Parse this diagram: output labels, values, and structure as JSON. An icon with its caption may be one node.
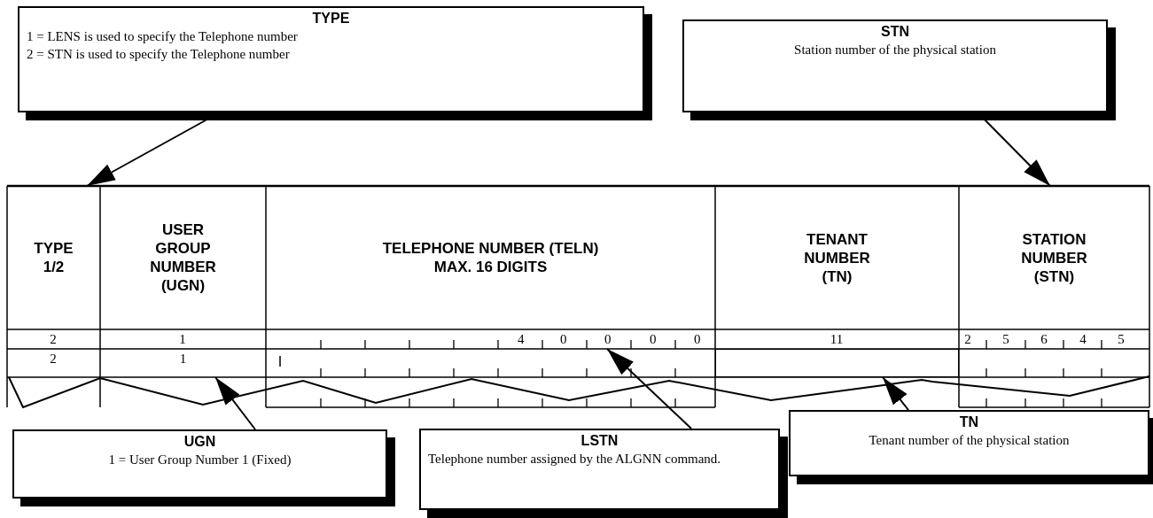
{
  "diagram": {
    "nodes": [
      {
        "text": [
          "TYPE",
          "1 = LENS is used to specify the Telephone number",
          "2 = STN is used to specify the Telephone number"
        ]
      },
      {
        "text": [
          "STN",
          "Station number of the physical station"
        ]
      },
      {
        "text": [
          "TYPE 1/2"
        ]
      },
      {
        "text": [
          "USER GROUP NUMBER (UGN)"
        ]
      },
      {
        "text": [
          "TELEPHONE NUMBER (TELN) MAX. 16 DIGITS"
        ]
      },
      {
        "text": [
          "TENANT NUMBER (TN)"
        ]
      },
      {
        "text": [
          "STATION NUMBER (STN)"
        ]
      },
      {
        "text": [
          "1"
        ]
      },
      {
        "text": [
          "4",
          "0",
          "0",
          "0",
          "0"
        ]
      },
      {
        "text": [],
        "shape": "box"
      },
      {
        "text": [
          "UGN",
          "1 = User Group Number 1 (Fixed)"
        ]
      },
      {
        "text": [
          "LSTN",
          "Telephone number assigned by the ALGNN command."
        ]
      },
      {
        "text": [
          "TN",
          "Tenant number of the physical station"
        ]
      }
    ],
    "edges": [
      {
        "from": 0,
        "to": 2,
        "arrow": "to"
      },
      {
        "from": 1,
        "to": 6,
        "arrow": "to"
      },
      {
        "from": 10,
        "to": 7,
        "arrow": "to"
      },
      {
        "from": 11,
        "to": 8,
        "arrow": "to"
      },
      {
        "from": 12,
        "to": 9,
        "arrow": "to"
      }
    ],
    "labels": [
      "2",
      "1",
      "11",
      "2",
      "5",
      "6",
      "4",
      "5",
      "2"
    ]
  }
}
